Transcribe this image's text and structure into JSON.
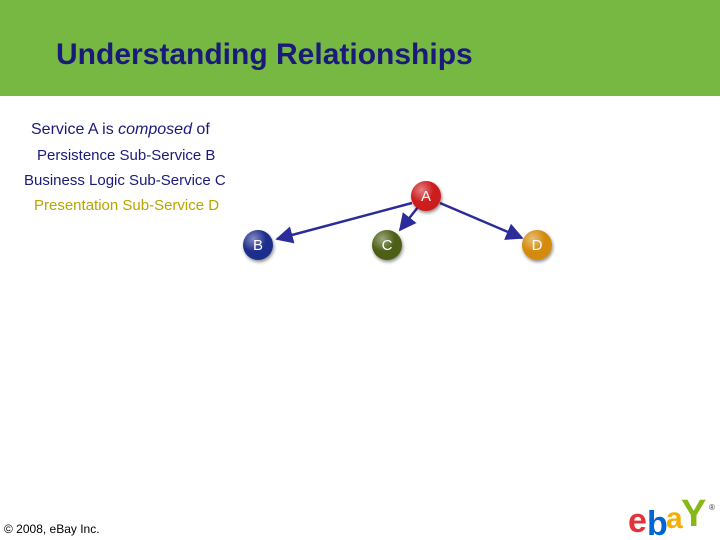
{
  "slide": {
    "title": "Understanding Relationships"
  },
  "content": {
    "intro_prefix": "Service A is ",
    "intro_emphasis": "composed",
    "intro_suffix": " of",
    "items": [
      "Persistence Sub-Service B",
      "Business Logic Sub-Service C",
      "Presentation Sub-Service D"
    ]
  },
  "diagram": {
    "nodes": [
      {
        "id": "A",
        "label": "A",
        "color": "#cc1a1a"
      },
      {
        "id": "B",
        "label": "B",
        "color": "#1f2d8c"
      },
      {
        "id": "C",
        "label": "C",
        "color": "#4d5f14"
      },
      {
        "id": "D",
        "label": "D",
        "color": "#d48a0c"
      }
    ],
    "edges": [
      {
        "from": "A",
        "to": "B"
      },
      {
        "from": "A",
        "to": "C"
      },
      {
        "from": "A",
        "to": "D"
      }
    ],
    "edge_color": "#2b2b9a"
  },
  "footer": {
    "copyright": "© 2008, eBay Inc."
  },
  "logo": {
    "text": "ebaY",
    "registered": "®"
  },
  "colors": {
    "header": "#77b843",
    "text": "#1a1a7a",
    "highlight_text": "#b8a400"
  }
}
